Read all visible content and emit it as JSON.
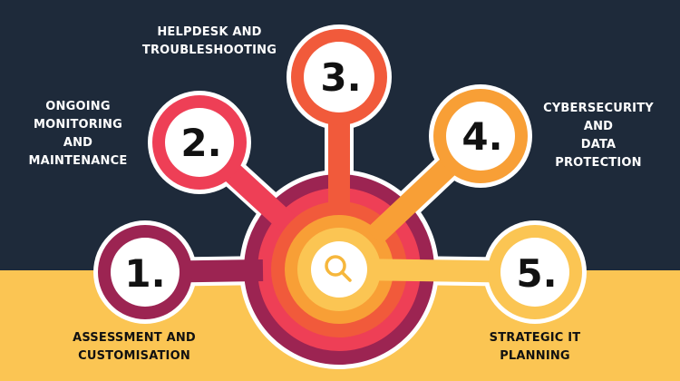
{
  "colors": {
    "background_top": "#1e2a3a",
    "background_bottom": "#fbc553",
    "label_light": "#ffffff",
    "label_dark": "#111111",
    "step1": "#9c2452",
    "step2": "#ee3f56",
    "step3": "#f15a3b",
    "step4": "#f89f36",
    "step5": "#fbc553",
    "center_white": "#ffffff",
    "search_icon": "#f6b73c"
  },
  "center": {
    "icon": "search-icon"
  },
  "steps": [
    {
      "number": "1.",
      "lines": [
        "ASSESSMENT AND",
        "CUSTOMISATION"
      ]
    },
    {
      "number": "2.",
      "lines": [
        "ONGOING",
        "MONITORING",
        "AND",
        "MAINTENANCE"
      ]
    },
    {
      "number": "3.",
      "lines": [
        "HELPDESK AND",
        "TROUBLESHOOTING"
      ]
    },
    {
      "number": "4.",
      "lines": [
        "CYBERSECURITY",
        "AND",
        "DATA",
        "PROTECTION"
      ]
    },
    {
      "number": "5.",
      "lines": [
        "STRATEGIC IT",
        "PLANNING"
      ]
    }
  ]
}
